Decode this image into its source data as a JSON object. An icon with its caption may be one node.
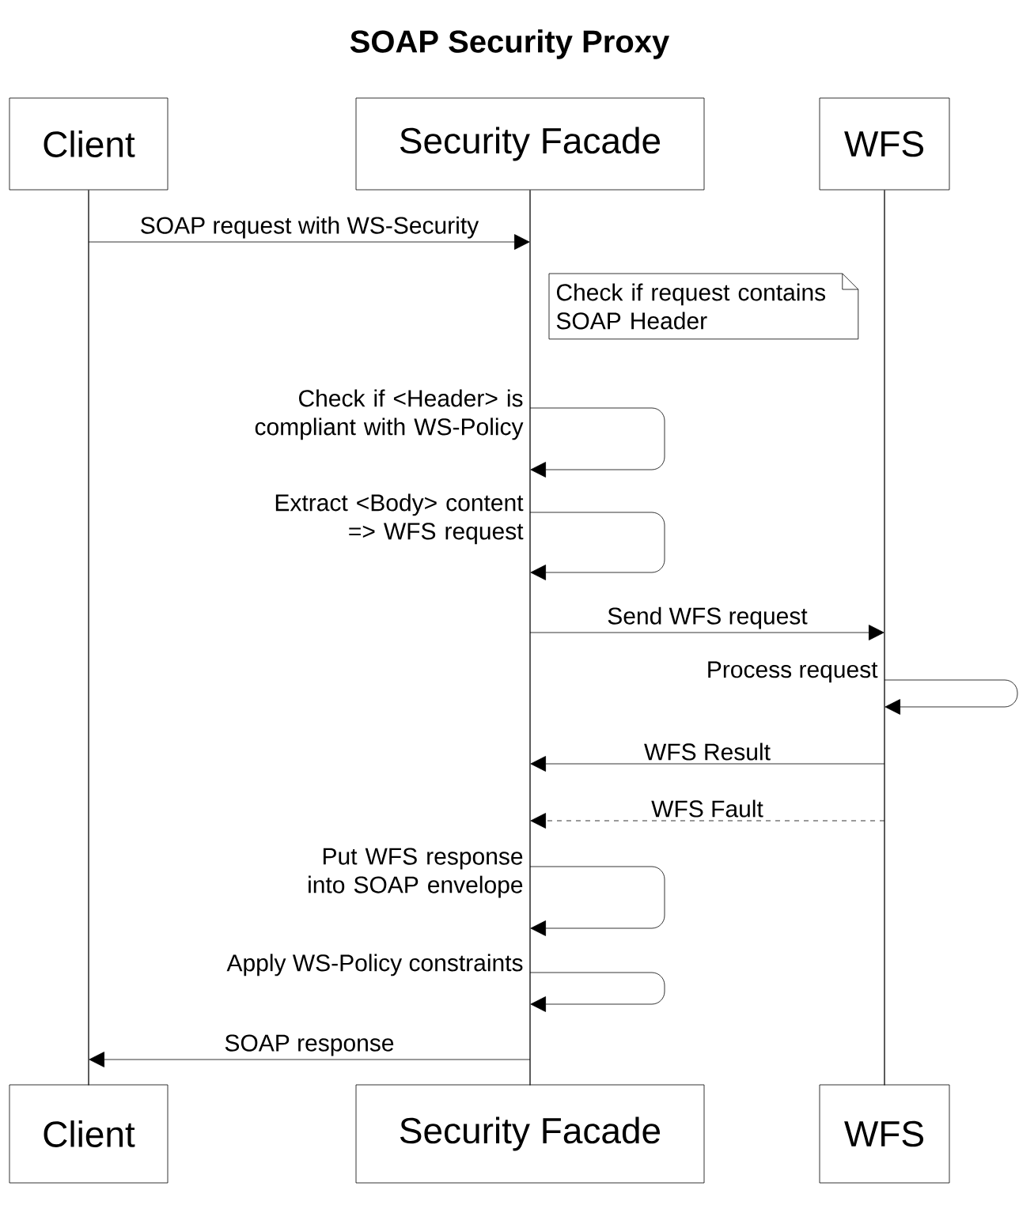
{
  "diagram": {
    "title": "SOAP Security Proxy",
    "nodes": [
      {
        "text": [
          "Client"
        ]
      },
      {
        "text": [
          "Security Facade"
        ]
      },
      {
        "text": [
          "WFS"
        ]
      },
      {
        "text": [
          "Client"
        ]
      },
      {
        "text": [
          "Security Facade"
        ]
      },
      {
        "text": [
          "WFS"
        ]
      },
      {
        "text": [
          "Check if request contains SOAP Header"
        ]
      },
      {
        "text": [],
        "shape": "bar"
      },
      {
        "text": [],
        "shape": "bar"
      },
      {
        "text": [],
        "shape": "bar"
      }
    ],
    "edges": [
      {
        "from": 7,
        "to": 8,
        "arrow": "to",
        "label": "SOAP request with WS-Security"
      },
      {
        "from": 8,
        "to": 8,
        "arrow": "to",
        "label": "Check if <Header> is compliant with WS-Policy"
      },
      {
        "from": 8,
        "to": 8,
        "arrow": "to",
        "label": "Extract <Body> content => WFS request"
      },
      {
        "from": 8,
        "to": 9,
        "arrow": "to",
        "label": "Send WFS request"
      },
      {
        "from": 9,
        "to": 9,
        "arrow": "to",
        "label": "Process request"
      },
      {
        "from": 9,
        "to": 8,
        "arrow": "to",
        "label": "WFS Result"
      },
      {
        "from": 9,
        "to": 8,
        "arrow": "to",
        "label": "WFS Fault",
        "style": "dashed"
      },
      {
        "from": 8,
        "to": 8,
        "arrow": "to",
        "label": "Put WFS response into SOAP envelope"
      },
      {
        "from": 8,
        "to": 8,
        "arrow": "to",
        "label": "Apply WS-Policy constraints"
      },
      {
        "from": 8,
        "to": 7,
        "arrow": "to",
        "label": "SOAP response"
      }
    ]
  }
}
